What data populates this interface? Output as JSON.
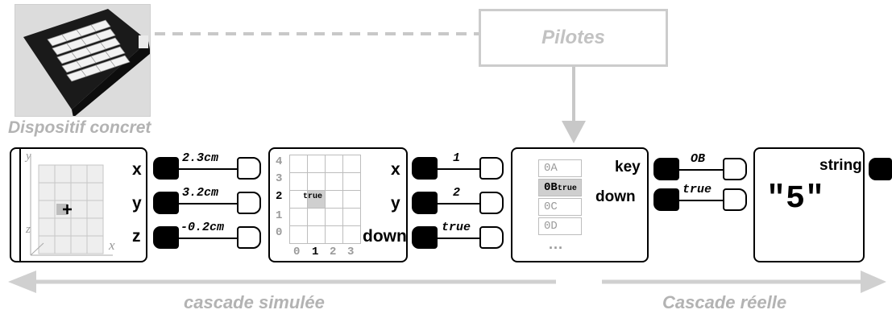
{
  "diagram": {
    "device_caption": "Dispositif concret",
    "drivers_label": "Pilotes",
    "device1": {
      "ports": [
        "x",
        "y",
        "z"
      ],
      "axis_y": "y",
      "axis_z": "z",
      "axis_x": "x"
    },
    "wires1": [
      {
        "value": "2.3cm"
      },
      {
        "value": "3.2cm"
      },
      {
        "value": "-0.2cm"
      }
    ],
    "device2": {
      "ports": [
        "x",
        "y",
        "down"
      ],
      "y_ticks": [
        "4",
        "3",
        "2",
        "1",
        "0"
      ],
      "x_ticks": [
        "0",
        "1",
        "2",
        "3"
      ],
      "cell_label": "true"
    },
    "wires2": [
      {
        "value": "1"
      },
      {
        "value": "2"
      },
      {
        "value": "true"
      }
    ],
    "device3": {
      "items": [
        "0A",
        "0B",
        "0C",
        "0D"
      ],
      "selected_suffix": "true",
      "ellipsis": "...",
      "ports": [
        "key",
        "down"
      ]
    },
    "wires3": [
      {
        "value": "OB"
      },
      {
        "value": "true"
      }
    ],
    "device4": {
      "port": "string",
      "value": "\"5\""
    },
    "captions": {
      "left": "cascade simulée",
      "right": "Cascade réelle"
    }
  },
  "colors": {
    "gray_text": "#b3b3b3",
    "light_gray": "#cccccc",
    "cell_fill": "#e8e8e8",
    "selected": "#cfcfcf"
  }
}
